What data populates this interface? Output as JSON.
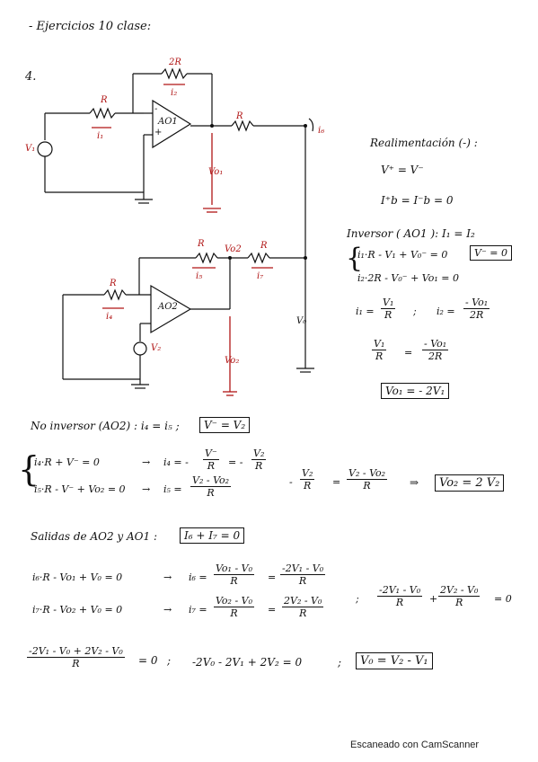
{
  "title": "- Ejercicios 10 clase:",
  "item_number": "4.",
  "circuit": {
    "labels": {
      "r_in1": "R",
      "i1": "i₁",
      "r_fb1": "2R",
      "i2": "i₂",
      "opamp1": "AO1",
      "r_out1": "R",
      "i6": "i₆",
      "v1": "V₁",
      "vo1": "Vo₁",
      "r_mid": "R",
      "vo2_top": "Vo2",
      "r_right": "R",
      "i5": "i₅",
      "i7": "i₇",
      "r_in2": "R",
      "i4": "i₄",
      "opamp2": "AO2",
      "v2": "V₂",
      "vo2": "Vo₂",
      "vo": "V₀",
      "plus": "+",
      "minus": "-"
    }
  },
  "right_notes": {
    "feedback": "Realimentación (-) :",
    "eq1": "V⁺ = V⁻",
    "eq2": "I⁺b = I⁻b = 0",
    "inverter_title": "Inversor ( AO1 ):  I₁ = I₂",
    "inv_eq1": "i₁·R - V₁ + V₀⁻ = 0",
    "inv_box": "V⁻ = 0",
    "inv_eq2": "i₂·2R - V₀⁻ + Vo₁ = 0",
    "i1_label": "i₁ =",
    "i1_num": "V₁",
    "i1_den": "R",
    "sep": ";",
    "i2_label": "i₂ =",
    "i2_num": "- Vo₁",
    "i2_den": "2R",
    "frac_left_num": "V₁",
    "frac_left_den": "R",
    "equals": "=",
    "frac_right_num": "- Vo₁",
    "frac_right_den": "2R",
    "result": "Vo₁ = - 2V₁"
  },
  "noninverter": {
    "title": "No inversor (AO2) :  i₄ = i₅ ;",
    "box": "V⁻ = V₂",
    "eq1": "i₄·R + V⁻ = 0",
    "arrow": "→",
    "eq1_res": "i₄ = -",
    "eq1_num1": "V⁻",
    "eq1_den1": "R",
    "eq1_mid": "= -",
    "eq1_num2": "V₂",
    "eq1_den2": "R",
    "eq2": "i₅·R - V⁻ + Vo₂ = 0",
    "eq2_res": "i₅ =",
    "eq2_num": "V₂ - Vo₂",
    "eq2_den": "R",
    "cmp_minus": "-",
    "cmp_num1": "V₂",
    "cmp_den1": "R",
    "cmp_eq": "=",
    "cmp_num2": "V₂ - Vo₂",
    "cmp_den2": "R",
    "implies": "⇒",
    "result": "Vo₂ = 2 V₂"
  },
  "outputs": {
    "title": "Salidas de AO2 y AO1 :",
    "box": "I₆ + I₇ = 0",
    "eq1": "i₆·R - Vo₁ + V₀ = 0",
    "arrow": "→",
    "eq1_res": "i₆ =",
    "eq1_num1": "Vo₁ - V₀",
    "eq1_den1": "R",
    "eq1_eq": "=",
    "eq1_num2": "-2V₁ - V₀",
    "eq1_den2": "R",
    "eq2": "i₇·R - Vo₂ + V₀ = 0",
    "eq2_res": "i₇ =",
    "eq2_num1": "Vo₂ - V₀",
    "eq2_den1": "R",
    "eq2_eq": "=",
    "eq2_num2": "2V₂ - V₀",
    "eq2_den2": "R",
    "semi": ";",
    "sum_num1": "-2V₁ - V₀",
    "sum_den1": "R",
    "plus": "+",
    "sum_num2": "2V₂ - V₀",
    "sum_den2": "R",
    "sum_eq": "= 0",
    "final_num": "-2V₁ - V₀ + 2V₂ - V₀",
    "final_den": "R",
    "final_eq": "= 0",
    "final_semi": ";",
    "final_mid": "-2V₀ - 2V₁ + 2V₂ = 0",
    "final_semi2": ";",
    "final_result": "V₀ = V₂ - V₁"
  },
  "footer": "Escaneado con CamScanner"
}
